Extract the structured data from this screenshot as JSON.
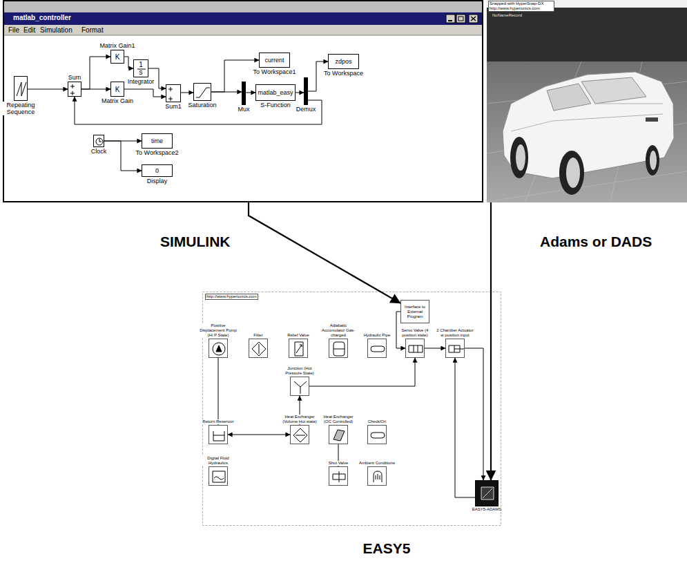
{
  "diagram": {
    "nodes": [
      {
        "text": [
          "matlab_controller"
        ]
      },
      {
        "text": [
          "Repeating Sequence"
        ],
        "in": 0
      },
      {
        "text": [
          "Sum"
        ],
        "in": 0
      },
      {
        "text": [
          "Matrix Gain1",
          "K"
        ],
        "in": 0
      },
      {
        "text": [
          "Integrator",
          "1",
          "s"
        ],
        "in": 0
      },
      {
        "text": [
          "Matrix Gain",
          "K"
        ],
        "in": 0
      },
      {
        "text": [
          "Sum1"
        ],
        "in": 0
      },
      {
        "text": [
          "Saturation"
        ],
        "in": 0
      },
      {
        "text": [
          "current",
          "To Workspace1"
        ],
        "in": 0
      },
      {
        "text": [
          "Mux"
        ],
        "in": 0
      },
      {
        "text": [
          "matlab_easy",
          "S-Function"
        ],
        "in": 0
      },
      {
        "text": [
          "Demux"
        ],
        "in": 0
      },
      {
        "text": [
          "zdpos",
          "To Workspace"
        ],
        "in": 0
      },
      {
        "text": [
          "Clock"
        ],
        "in": 0
      },
      {
        "text": [
          "time",
          "To Workspace2"
        ],
        "in": 0
      },
      {
        "text": [
          "0",
          "Display"
        ],
        "in": 0
      },
      {
        "text": [
          "Snapped with HyperSnap-DX http://www.hyperionics.com",
          "NoNameRecord"
        ]
      },
      {
        "text": [
          "http://www.hyperionics.com"
        ]
      },
      {
        "text": [
          "Positive Displacement Pump (Hi P State)"
        ],
        "in": 17
      },
      {
        "text": [
          "Filter"
        ],
        "in": 17
      },
      {
        "text": [
          "Relief Valve"
        ],
        "in": 17
      },
      {
        "text": [
          "Adiabatic Accumulator Gas-charged"
        ],
        "in": 17
      },
      {
        "text": [
          "Hydraulic Pipe"
        ],
        "in": 17
      },
      {
        "text": [
          "Interface to External Program"
        ],
        "in": 17
      },
      {
        "text": [
          "Servo Valve (4 position state)"
        ],
        "in": 17
      },
      {
        "text": [
          "2 Chamber Actuator w position input"
        ],
        "in": 17
      },
      {
        "text": [
          "Junction (Hot Pressure State)"
        ],
        "in": 17
      },
      {
        "text": [
          "Return Reservoir"
        ],
        "in": 17
      },
      {
        "text": [
          "Heat Exchanger (Volume Hot state)"
        ],
        "in": 17
      },
      {
        "text": [
          "Heat Exchanger (OC Controlled)"
        ],
        "in": 17
      },
      {
        "text": [
          "Check/Ori"
        ],
        "in": 17
      },
      {
        "text": [
          "Digital Fluid Hydraulics"
        ],
        "in": 17
      },
      {
        "text": [
          "Shut Valve"
        ],
        "in": 17
      },
      {
        "text": [
          "Ambient Conditions"
        ],
        "in": 17
      },
      {
        "text": [
          "EASY5-ADAMS"
        ],
        "in": 17
      }
    ],
    "edges": [
      {
        "from": 1,
        "to": 2,
        "arrow": "to"
      },
      {
        "from": 2,
        "to": 3,
        "arrow": "to"
      },
      {
        "from": 2,
        "to": 5,
        "arrow": "to"
      },
      {
        "from": 3,
        "to": 4,
        "arrow": "to"
      },
      {
        "from": 4,
        "to": 6,
        "arrow": "to"
      },
      {
        "from": 5,
        "to": 6,
        "arrow": "to"
      },
      {
        "from": 6,
        "to": 7,
        "arrow": "to"
      },
      {
        "from": 7,
        "to": 8,
        "arrow": "to"
      },
      {
        "from": 7,
        "to": 9,
        "arrow": "to"
      },
      {
        "from": 9,
        "to": 10,
        "arrow": "to"
      },
      {
        "from": 10,
        "to": 11,
        "arrow": "to"
      },
      {
        "from": 11,
        "to": 12,
        "arrow": "to"
      },
      {
        "from": 11,
        "to": 2,
        "arrow": "to"
      },
      {
        "from": 13,
        "to": 14,
        "arrow": "to"
      },
      {
        "from": 13,
        "to": 15,
        "arrow": "to"
      },
      {
        "from": 0,
        "to": 23,
        "arrow": "to"
      },
      {
        "from": 16,
        "to": 34,
        "arrow": "to"
      },
      {
        "from": 18,
        "to": 27,
        "arrow": "none"
      },
      {
        "from": 27,
        "to": 28,
        "arrow": "both"
      },
      {
        "from": 28,
        "to": 26,
        "arrow": "to"
      },
      {
        "from": 26,
        "to": 24,
        "arrow": "to"
      },
      {
        "from": 23,
        "to": 24,
        "arrow": "to"
      },
      {
        "from": 24,
        "to": 25,
        "arrow": "to"
      },
      {
        "from": 25,
        "to": 34,
        "arrow": "to"
      },
      {
        "from": 34,
        "to": 25,
        "arrow": "to"
      },
      {
        "from": 29,
        "to": 32,
        "arrow": "none"
      }
    ],
    "labels": [
      "File",
      "Edit",
      "Simulation",
      "Format",
      "SIMULINK",
      "Adams or DADS",
      "EASY5"
    ]
  }
}
